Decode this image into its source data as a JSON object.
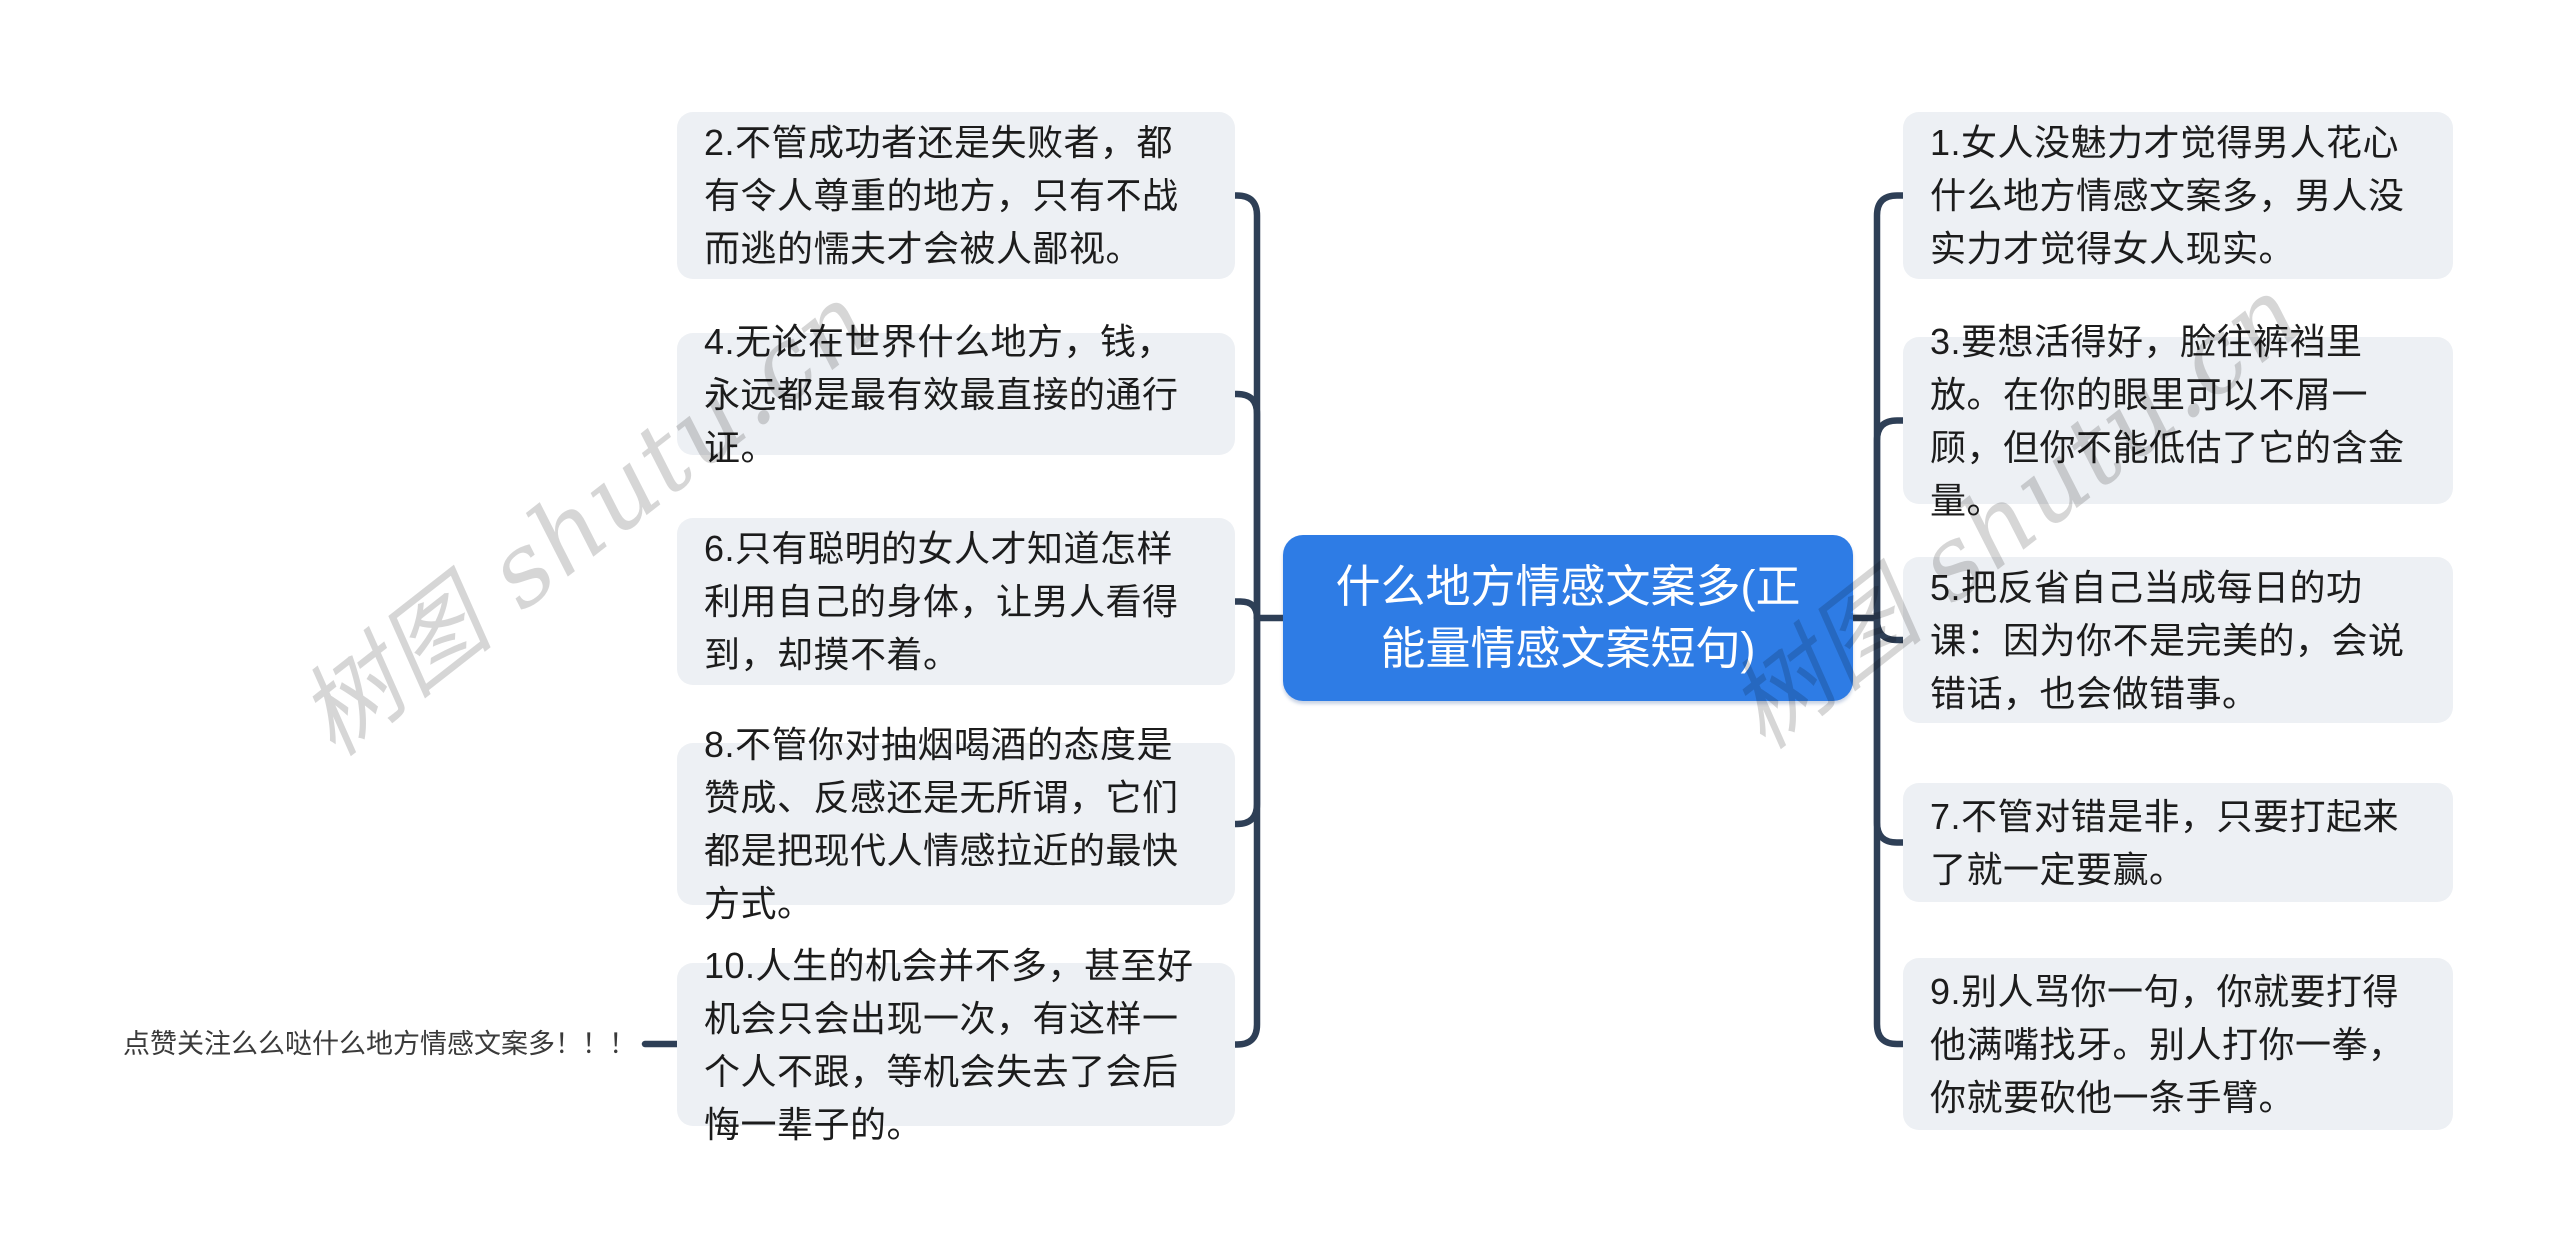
{
  "central_topic": {
    "label": "什么地方情感文案多(正能量情感文案短句)"
  },
  "left_branches": [
    {
      "label": "2.不管成功者还是失败者，都有令人尊重的地方，只有不战而逃的懦夫才会被人鄙视。"
    },
    {
      "label": "4.无论在世界什么地方，钱，永远都是最有效最直接的通行证。"
    },
    {
      "label": "6.只有聪明的女人才知道怎样利用自己的身体，让男人看得到，却摸不着。"
    },
    {
      "label": "8.不管你对抽烟喝酒的态度是赞成、反感还是无所谓，它们都是把现代人情感拉近的最快方式。"
    },
    {
      "label": "10.人生的机会并不多，甚至好机会只会出现一次，有这样一个人不跟，等机会失去了会后悔一辈子的。"
    }
  ],
  "right_branches": [
    {
      "label": "1.女人没魅力才觉得男人花心什么地方情感文案多，男人没实力才觉得女人现实。"
    },
    {
      "label": "3.要想活得好，脸往裤裆里放。在你的眼里可以不屑一顾，但你不能低估了它的含金量。"
    },
    {
      "label": "5.把反省自己当成每日的功课：因为你不是完美的，会说错话，也会做错事。"
    },
    {
      "label": "7.不管对错是非，只要打起来了就一定要赢。"
    },
    {
      "label": "9.别人骂你一句，你就要打得他满嘴找牙。别人打你一拳，你就要砍他一条手臂。"
    }
  ],
  "footnote": {
    "label": "点赞关注么么哒什么地方情感文案多！！！"
  },
  "watermark": {
    "text": "树图 shutu.cn"
  },
  "colors": {
    "central_bg": "#2e7ce5",
    "branch_bg": "#edf0f4",
    "connector": "#2e3f56"
  }
}
